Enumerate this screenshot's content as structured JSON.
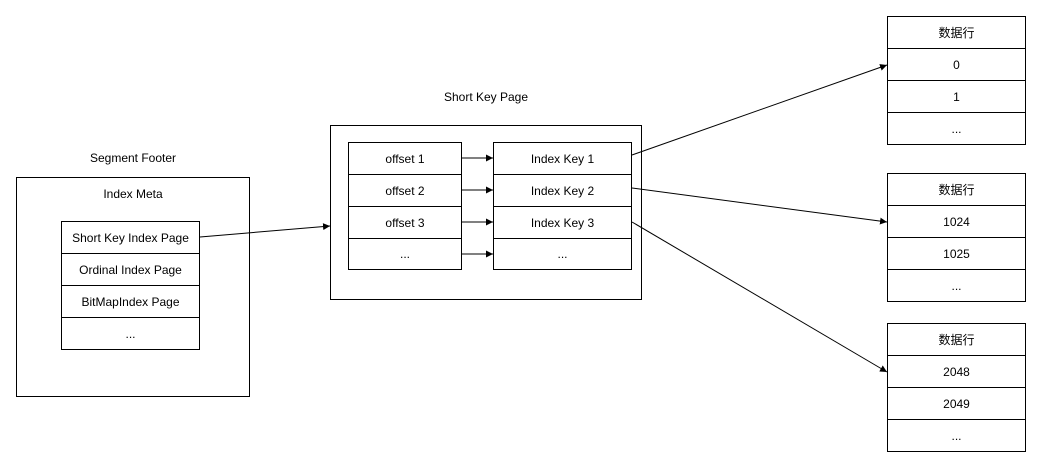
{
  "segment_footer": {
    "title": "Segment  Footer",
    "inner_title": "Index Meta",
    "rows": [
      "Short Key Index Page",
      "Ordinal Index Page",
      "BitMapIndex Page",
      "..."
    ]
  },
  "short_key_page": {
    "title": "Short Key Page",
    "offsets": [
      "offset 1",
      "offset 2",
      "offset 3",
      "..."
    ],
    "index_keys": [
      "Index Key 1",
      "Index Key 2",
      "Index Key 3",
      "..."
    ]
  },
  "data_tables": [
    {
      "header": "数据行",
      "rows": [
        "0",
        "1",
        "..."
      ]
    },
    {
      "header": "数据行",
      "rows": [
        "1024",
        "1025",
        "..."
      ]
    },
    {
      "header": "数据行",
      "rows": [
        "2048",
        "2049",
        "..."
      ]
    }
  ]
}
